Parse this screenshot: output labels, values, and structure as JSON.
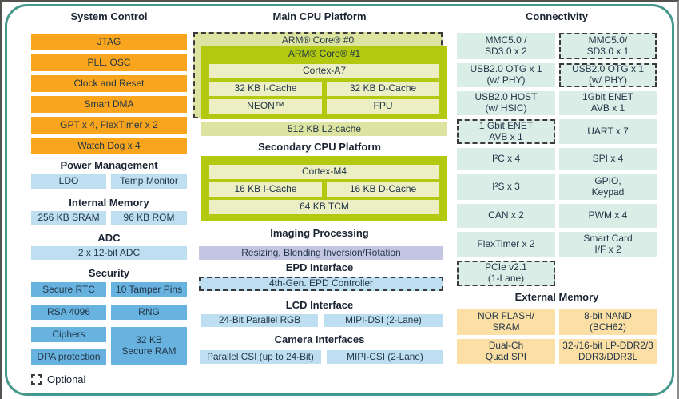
{
  "palette": {
    "system_control_orange": "#F9A51D",
    "light_blue": "#BEDFF2",
    "security_blue": "#68B2DF",
    "connectivity_mint": "#DBEDE7",
    "external_memory_peach": "#FCDFA5",
    "imaging_purple": "#C3C5E2",
    "cpu_green": "#B2C90F",
    "cpu_pale_olive": "#ECEFC3",
    "cpu_olive": "#DDE3A0",
    "border_teal": "#46988C"
  },
  "left": {
    "system_control": {
      "title": "System Control",
      "items": [
        "JTAG",
        "PLL, OSC",
        "Clock and Reset",
        "Smart DMA",
        "GPT x 4, FlexTimer x 2",
        "Watch Dog x 4"
      ]
    },
    "power_management": {
      "title": "Power Management",
      "items": [
        "LDO",
        "Temp Monitor"
      ]
    },
    "internal_memory": {
      "title": "Internal Memory",
      "items": [
        "256 KB SRAM",
        "96 KB ROM"
      ]
    },
    "adc": {
      "title": "ADC",
      "item": "2 x 12-bit ADC"
    },
    "security": {
      "title": "Security",
      "cells": [
        "Secure RTC",
        "10 Tamper Pins",
        "RSA 4096",
        "RNG",
        "Ciphers",
        "DPA protection"
      ],
      "secure_ram": "32 KB\nSecure RAM"
    }
  },
  "center": {
    "main_cpu": {
      "title": "Main CPU Platform",
      "core0": "ARM® Core® #0",
      "core1": "ARM® Core® #1",
      "cortex": "Cortex-A7",
      "icache": "32 KB I-Cache",
      "dcache": "32 KB D-Cache",
      "neon": "NEON™",
      "fpu": "FPU",
      "l2": "512 KB L2-cache"
    },
    "secondary_cpu": {
      "title": "Secondary CPU Platform",
      "core": "Cortex-M4",
      "icache": "16 KB I-Cache",
      "dcache": "16 KB D-Cache",
      "tcm": "64 KB TCM"
    },
    "imaging": {
      "title": "Imaging Processing",
      "item": "Resizing, Blending Inversion/Rotation"
    },
    "epd": {
      "title": "EPD Interface",
      "item": "4th-Gen. EPD Controller"
    },
    "lcd": {
      "title": "LCD Interface",
      "items": [
        "24-Bit Parallel RGB",
        "MIPI-DSI (2-Lane)"
      ]
    },
    "camera": {
      "title": "Camera Interfaces",
      "items": [
        "Parallel CSI (up to 24-Bit)",
        "MIPI-CSI (2-Lane)"
      ]
    }
  },
  "right": {
    "connectivity": {
      "title": "Connectivity",
      "cells": [
        {
          "label": "MMC5.0 /\nSD3.0 x 2",
          "optional": false
        },
        {
          "label": "MMC5.0/\nSD3.0 x 1",
          "optional": true
        },
        {
          "label": "USB2.0 OTG x 1\n(w/ PHY)",
          "optional": false
        },
        {
          "label": "USB2.0 OTG x 1\n(w/ PHY)",
          "optional": true
        },
        {
          "label": "USB2.0 HOST\n(w/ HSIC)",
          "optional": false
        },
        {
          "label": "1Gbit ENET\nAVB x 1",
          "optional": false
        },
        {
          "label": "1 Gbit ENET\nAVB x 1",
          "optional": true
        },
        {
          "label": "UART x 7",
          "optional": false
        },
        {
          "label": "I²C x 4",
          "optional": false
        },
        {
          "label": "SPI x 4",
          "optional": false
        },
        {
          "label": "I²S x 3",
          "optional": false
        },
        {
          "label": "GPIO,\nKeypad",
          "optional": false
        },
        {
          "label": "CAN x 2",
          "optional": false
        },
        {
          "label": "PWM x 4",
          "optional": false
        },
        {
          "label": "FlexTimer x 2",
          "optional": false
        },
        {
          "label": "Smart Card\nI/F x 2",
          "optional": false
        },
        {
          "label": "PCIe v2.1\n(1-Lane)",
          "optional": true
        }
      ]
    },
    "external_memory": {
      "title": "External Memory",
      "cells": [
        "NOR FLASH/\nSRAM",
        "8-bit NAND\n(BCH62)",
        "Dual-Ch\nQuad SPI",
        "32-/16-bit LP-DDR2/3\nDDR3/DDR3L"
      ]
    }
  },
  "legend": {
    "optional_label": "Optional"
  }
}
